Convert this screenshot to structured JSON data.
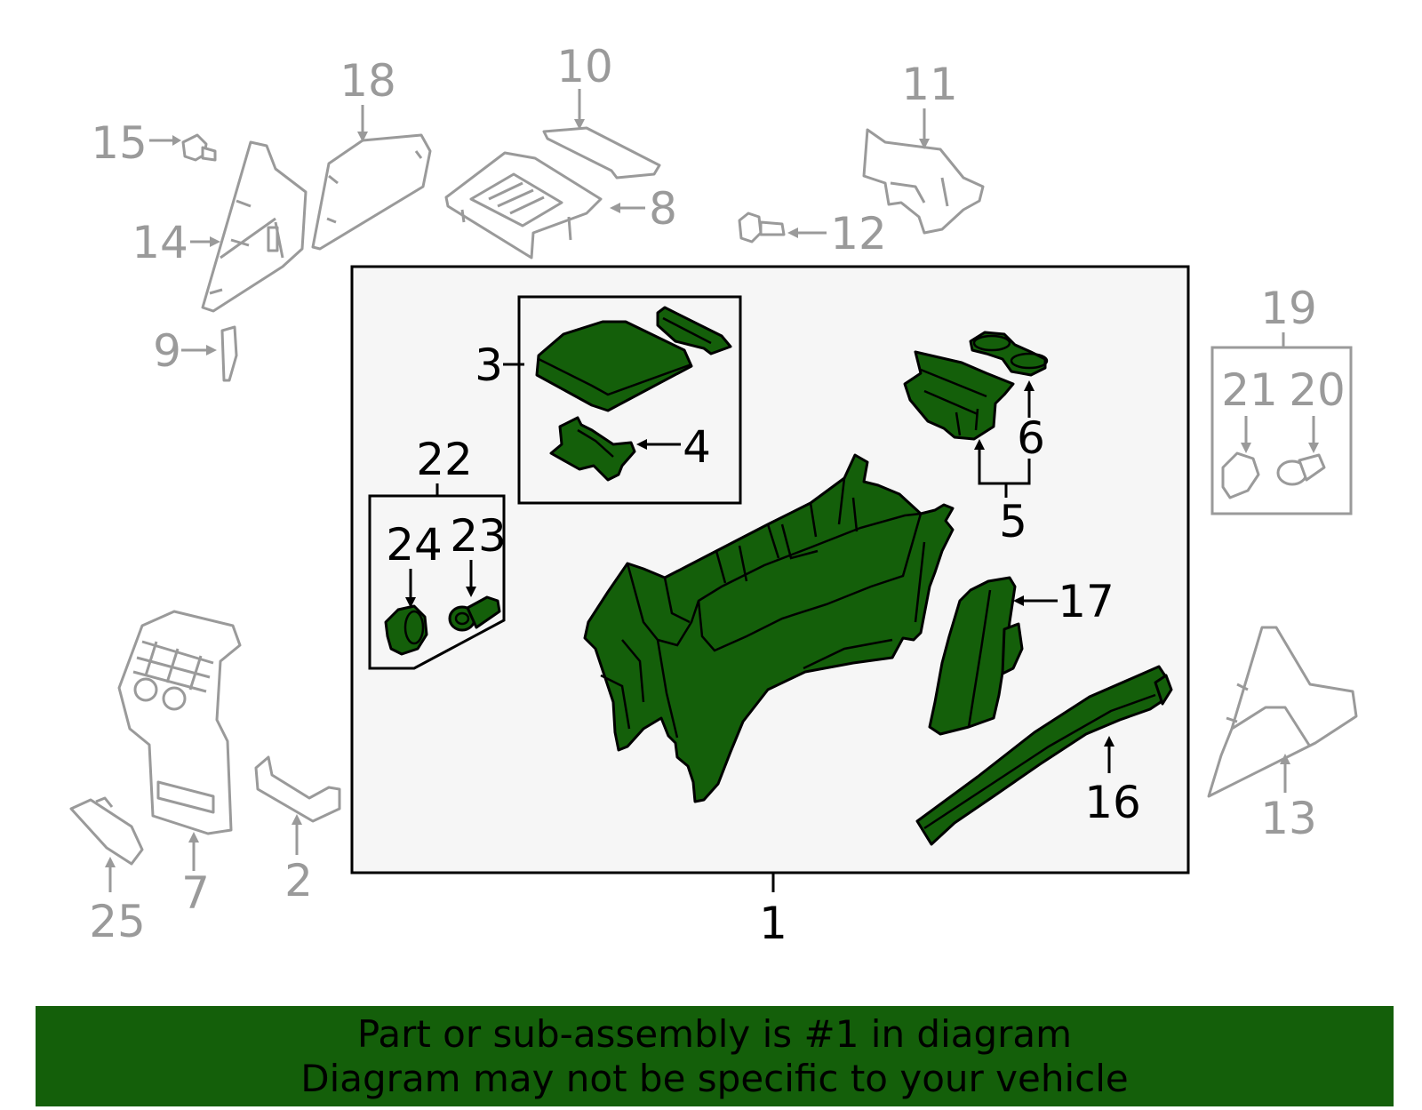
{
  "colors": {
    "highlight": "#145f0a",
    "ghost": "#9a9a9a",
    "panel": "#f6f6f6",
    "outline": "#000000"
  },
  "callouts": {
    "c1": "1",
    "c2": "2",
    "c3": "3",
    "c4": "4",
    "c5": "5",
    "c6": "6",
    "c7": "7",
    "c8": "8",
    "c9": "9",
    "c10": "10",
    "c11": "11",
    "c12": "12",
    "c13": "13",
    "c14": "14",
    "c15": "15",
    "c16": "16",
    "c17": "17",
    "c18": "18",
    "c19": "19",
    "c20": "20",
    "c21": "21",
    "c22": "22",
    "c23": "23",
    "c24": "24",
    "c25": "25"
  },
  "banner": {
    "line1": "Part or sub-assembly is #1 in diagram",
    "line2": "Diagram may not be specific to your vehicle"
  }
}
